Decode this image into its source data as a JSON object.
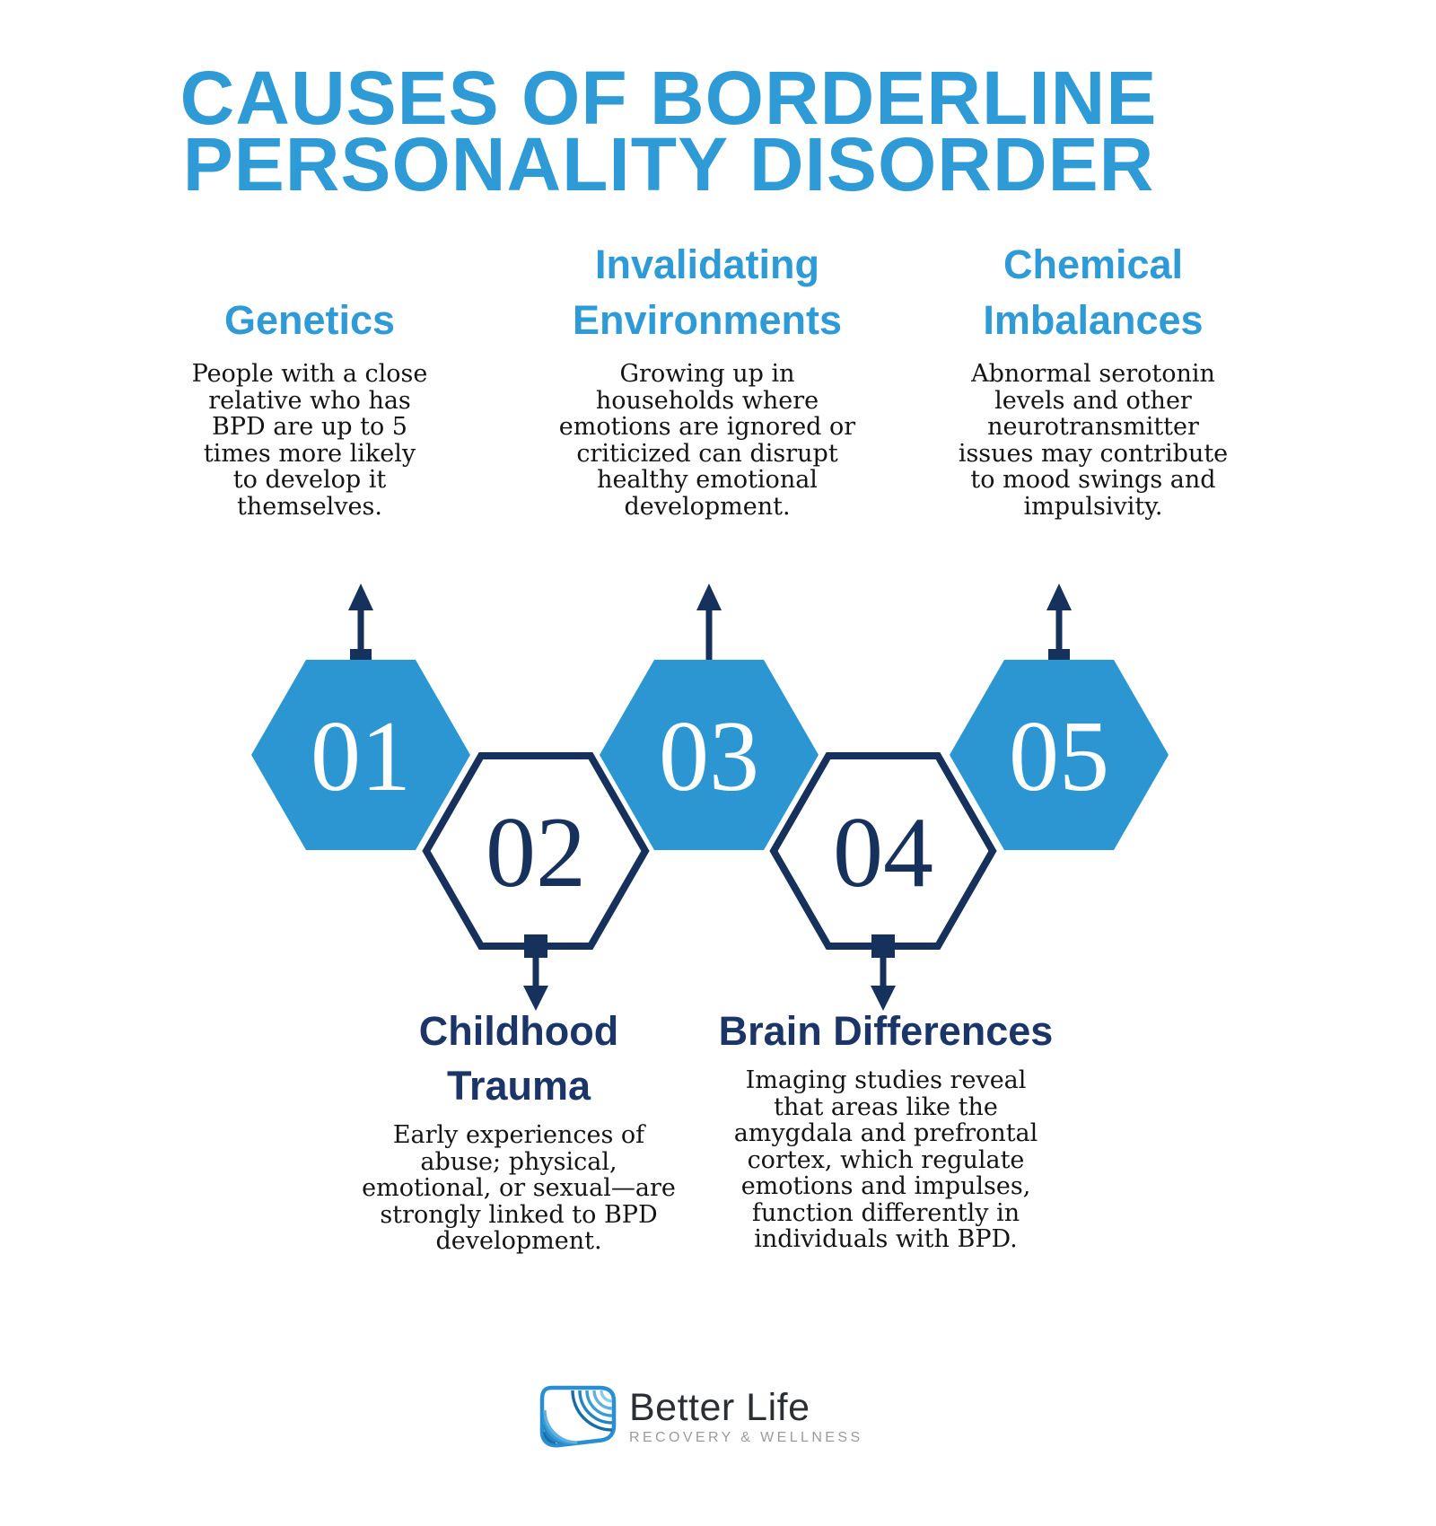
{
  "title": {
    "line1": "CAUSES OF BORDERLINE",
    "line2": "PERSONALITY DISORDER"
  },
  "colors": {
    "accent_blue": "#2E9AD6",
    "hexagon_blue": "#2B96D2",
    "navy": "#16315C",
    "navy_heading": "#1B3569",
    "body_text": "#141414"
  },
  "top_sections": [
    {
      "id": "genetics",
      "heading_lines": [
        "Genetics"
      ],
      "body_lines": [
        "People with a close",
        "relative who has",
        "BPD are up to 5",
        "times more likely",
        "to develop it",
        "themselves."
      ]
    },
    {
      "id": "invalidating-environments",
      "heading_lines": [
        "Invalidating",
        "Environments"
      ],
      "body_lines": [
        "Growing up in",
        "households where",
        "emotions are ignored or",
        "criticized can disrupt",
        "healthy emotional",
        "development."
      ]
    },
    {
      "id": "chemical-imbalances",
      "heading_lines": [
        "Chemical",
        "Imbalances"
      ],
      "body_lines": [
        "Abnormal serotonin",
        "levels and other",
        "neurotransmitter",
        "issues may contribute",
        "to mood swings and",
        "impulsivity."
      ]
    }
  ],
  "hexagons": [
    {
      "number": "01",
      "style": "filled"
    },
    {
      "number": "02",
      "style": "outlined"
    },
    {
      "number": "03",
      "style": "filled"
    },
    {
      "number": "04",
      "style": "outlined"
    },
    {
      "number": "05",
      "style": "filled"
    }
  ],
  "bottom_sections": [
    {
      "id": "childhood-trauma",
      "heading_lines": [
        "Childhood",
        "Trauma"
      ],
      "body_lines": [
        "Early experiences of",
        "abuse; physical,",
        "emotional, or sexual—are",
        "strongly linked to BPD",
        "development."
      ]
    },
    {
      "id": "brain-differences",
      "heading_lines": [
        "Brain Differences"
      ],
      "body_lines": [
        "Imaging studies reveal",
        "that areas like the",
        "amygdala and prefrontal",
        "cortex, which regulate",
        "emotions and impulses,",
        "function differently in",
        "individuals with BPD."
      ]
    }
  ],
  "logo": {
    "name": "Better Life",
    "tagline": "RECOVERY & WELLNESS"
  }
}
